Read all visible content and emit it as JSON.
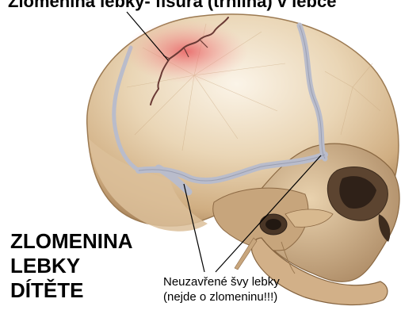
{
  "figure": {
    "top_caption": "Zlomenina lebky- fisura (trhlina) v lebce",
    "main_label_lines": [
      "ZLOMENINA",
      "LEBKY",
      "DÍTĚTE"
    ],
    "sutures_label_lines": [
      "Neuzavřené švy lebky",
      "(nejde o zlomeninu!!!)"
    ]
  },
  "colors": {
    "bone": "#e3c9a2",
    "bone_shadow": "#b8946a",
    "bruise": "#e8555a",
    "text": "#000000"
  }
}
